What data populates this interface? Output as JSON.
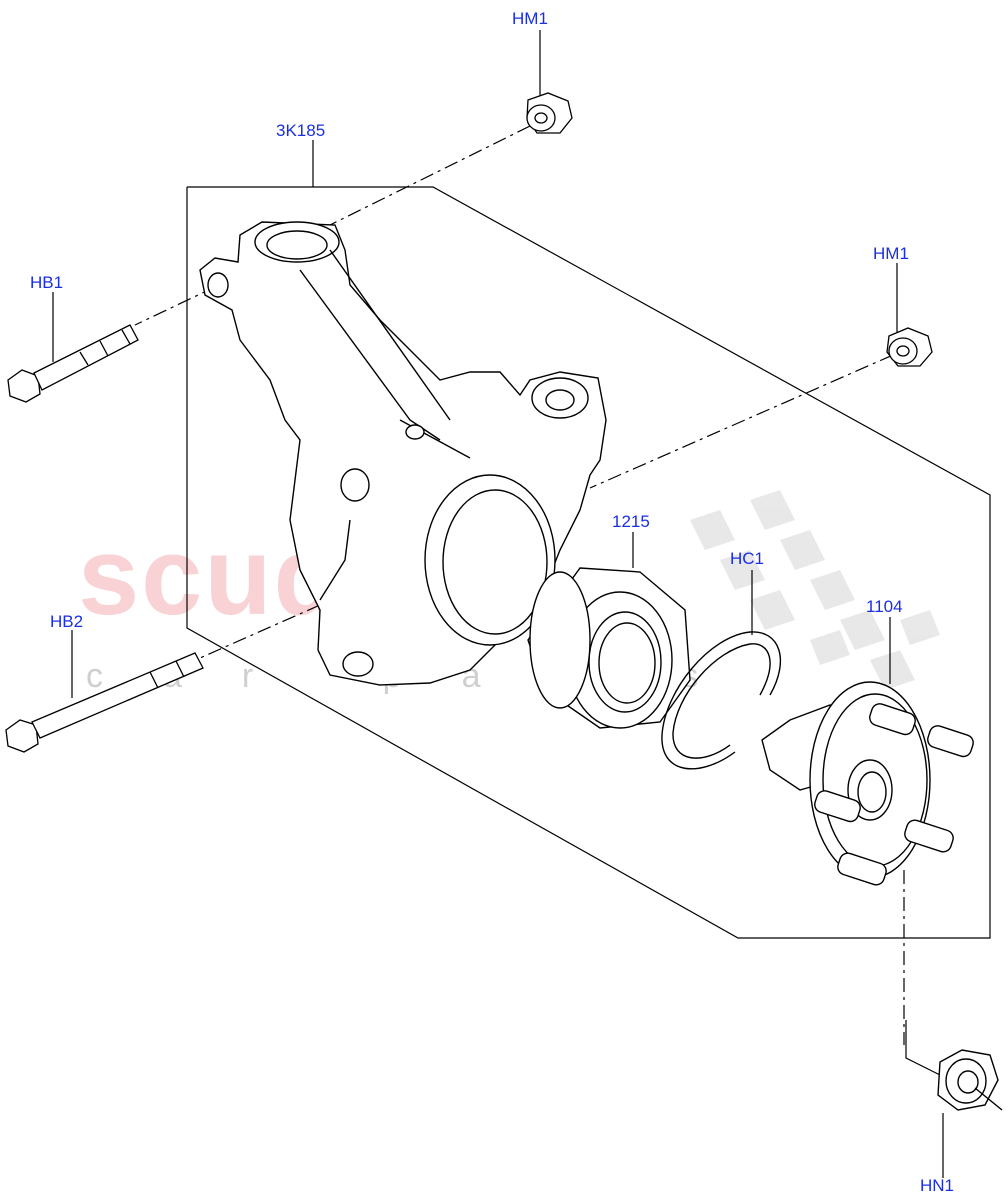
{
  "callouts": {
    "hm1_top": "HM1",
    "k3k185": "3K185",
    "hb1": "HB1",
    "hm1_right": "HM1",
    "p1215": "1215",
    "hc1": "HC1",
    "p1104": "1104",
    "hb2": "HB2",
    "hn1": "HN1"
  },
  "watermark": {
    "main": "scuderia",
    "sub": "car parts"
  },
  "colors": {
    "callout": "#1a2ee6",
    "line": "#000000",
    "watermark": "#f6c4c7"
  }
}
